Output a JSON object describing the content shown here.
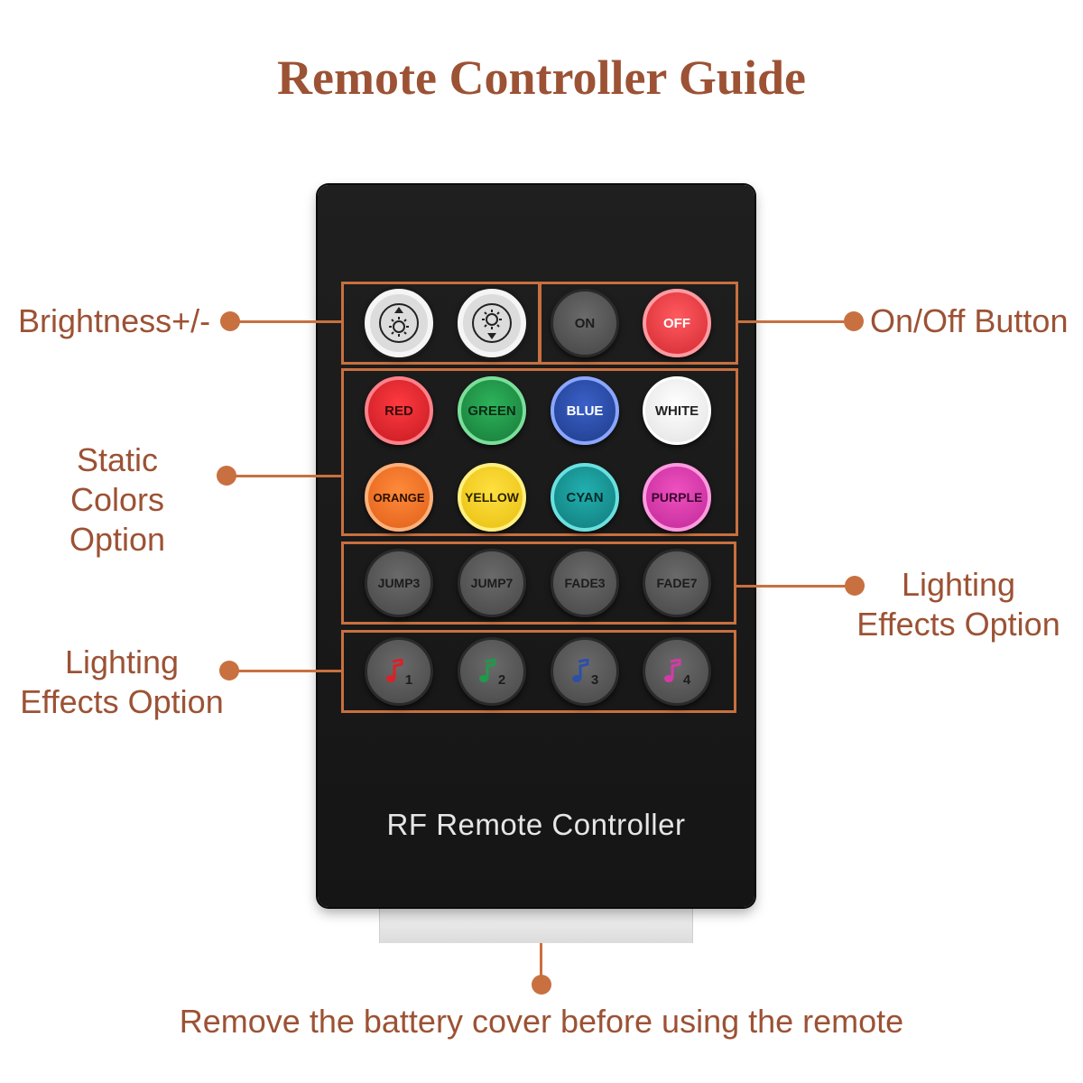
{
  "title": "Remote Controller Guide",
  "remote_label": "RF Remote Controller",
  "annotations": {
    "brightness": "Brightness+/-",
    "onoff": "On/Off Button",
    "static_line1": "Static",
    "static_line2": "Colors Option",
    "effects_right_line1": "Lighting",
    "effects_right_line2": "Effects Option",
    "effects_left_line1": "Lighting",
    "effects_left_line2": "Effects Option",
    "battery": "Remove the battery cover before using the remote"
  },
  "buttons": {
    "brightness_up": "brightness-up-icon",
    "brightness_down": "brightness-down-icon",
    "on": "ON",
    "off": "OFF",
    "red": "RED",
    "green": "GREEN",
    "blue": "BLUE",
    "white": "WHITE",
    "orange": "ORANGE",
    "yellow": "YELLOW",
    "cyan": "CYAN",
    "purple": "PURPLE",
    "jump3": "JUMP3",
    "jump7": "JUMP7",
    "fade3": "FADE3",
    "fade7": "FADE7",
    "music1": "1",
    "music2": "2",
    "music3": "3",
    "music4": "4"
  },
  "colors": {
    "accent": "#c8703f",
    "title": "#9c5234",
    "remote_body": "#1a1a1a",
    "red": "#d8222a",
    "green": "#1f9a4a",
    "blue": "#2c4fa8",
    "white": "#f4f4f4",
    "orange": "#f07a2a",
    "yellow": "#f2d02a",
    "cyan": "#1a9a9a",
    "purple": "#d63aa8",
    "off": "#e03038",
    "gray": "#5a5a5a"
  }
}
